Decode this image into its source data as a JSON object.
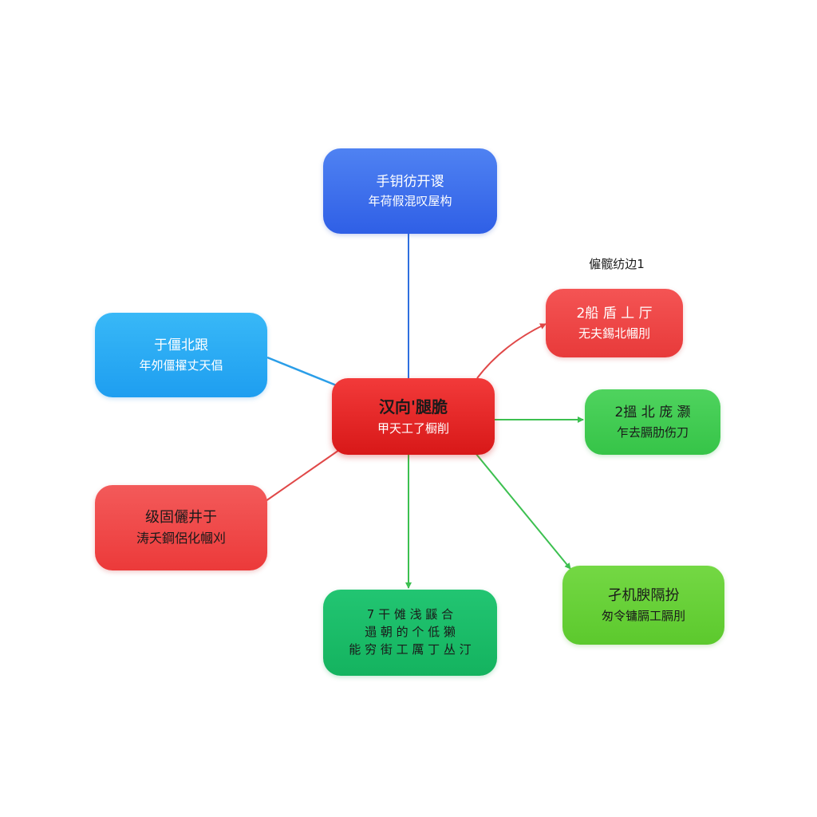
{
  "diagram": {
    "colors": {
      "blue": "#2f5fe6",
      "light_blue": "#1e9ef0",
      "red": "#e02525",
      "green": "#2ec048",
      "lime": "#5cc92d",
      "teal_green": "#14b35f",
      "edge_blue": "#2f6fdf",
      "edge_light_blue": "#2b9ee8",
      "edge_red": "#e04848",
      "edge_green": "#3cc050"
    },
    "center": {
      "line1": "汉向'腿脆",
      "line2": "甲天工了橱削"
    },
    "top": {
      "line1": "手钥彷开谡",
      "line2": "年荷假混叹屋构"
    },
    "left_top": {
      "line1": "于僵北跟",
      "line2": "年夘僵擢丈天倡"
    },
    "left_bottom": {
      "line1": "级固儷井于",
      "line2": "涛夭鋼侶化幗刈"
    },
    "right_top": {
      "line1": "2船 盾 丄 厅",
      "line2": "无夫錫北幗刖"
    },
    "right_mid": {
      "line1": "2搵 北 庞 灏",
      "line2": "乍去膈肋伤刀"
    },
    "bottom": {
      "line1": "7 干 傩 浅 鼷 合",
      "line2": "遢 朝 的 个 低 獭",
      "line3": "能 穷 街 工 厲 丁 丛 汀"
    },
    "right_bottom": {
      "line1": "孑机腴隔扮",
      "line2": "匆令镛膈工膈刖"
    },
    "edge_label": "僱髋纺边1"
  }
}
